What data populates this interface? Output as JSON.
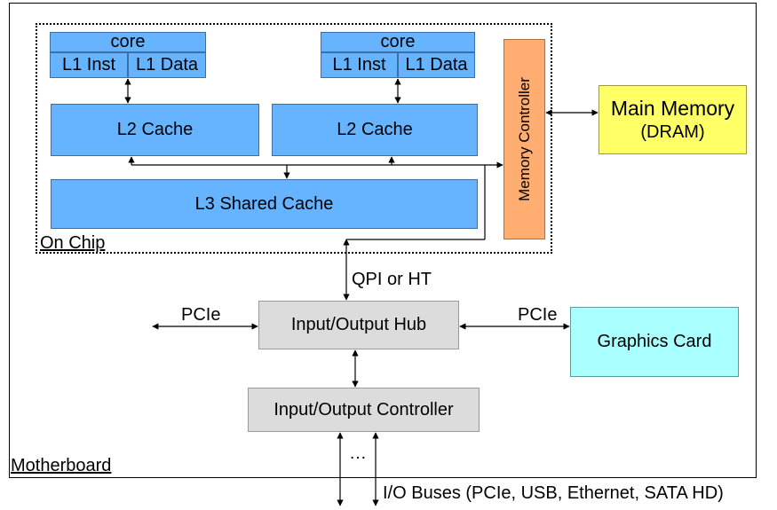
{
  "motherboard": {
    "label": "Motherboard"
  },
  "chip": {
    "label": "On Chip"
  },
  "core_left": {
    "title": "core",
    "l1_inst": "L1 Inst",
    "l1_data": "L1 Data"
  },
  "core_right": {
    "title": "core",
    "l1_inst": "L1 Inst",
    "l1_data": "L1 Data"
  },
  "l2_left": "L2 Cache",
  "l2_right": "L2 Cache",
  "l3": "L3 Shared Cache",
  "memory_controller": "Memory Controller",
  "main_memory": {
    "title": "Main Memory",
    "subtitle": "(DRAM)"
  },
  "qpi_label": "QPI or HT",
  "io_hub": "Input/Output Hub",
  "pcie_left": "PCIe",
  "pcie_right": "PCIe",
  "graphics": "Graphics Card",
  "io_controller": "Input/Output Controller",
  "ellipsis": "…",
  "io_buses": "I/O Buses (PCIe, USB, Ethernet, SATA HD)",
  "colors": {
    "cache_blue": "#66b3ff",
    "memctrl_orange": "#ffad70",
    "memory_yellow": "#ffff66",
    "graphics_cyan": "#aaffff",
    "io_gray": "#dcdcdc"
  }
}
